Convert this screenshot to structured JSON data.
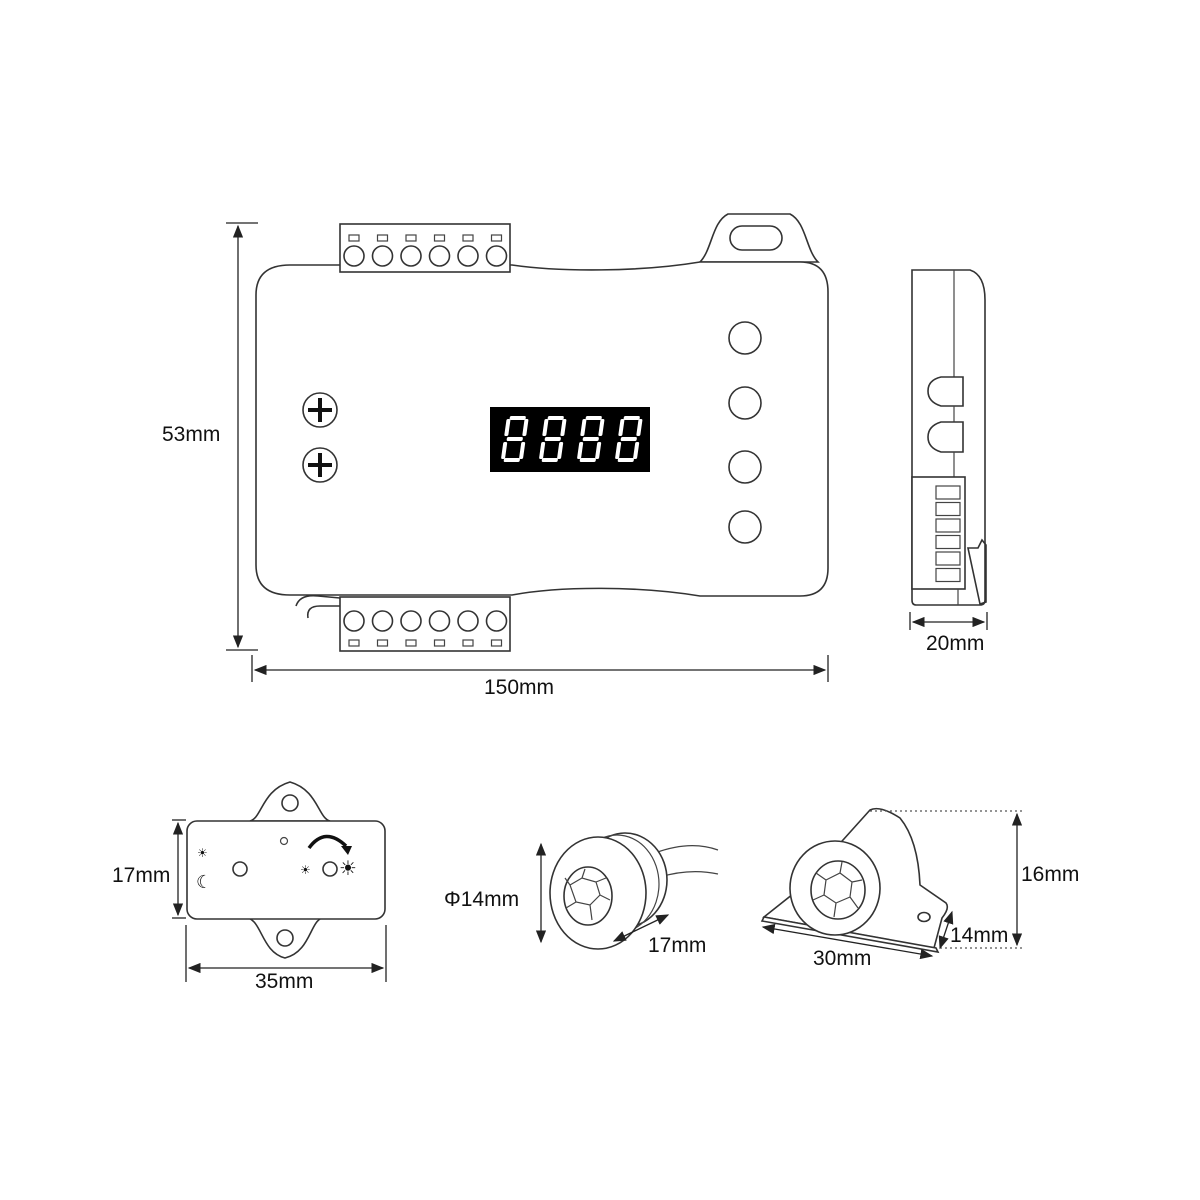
{
  "dimensions": {
    "controller_height": "53mm",
    "controller_length": "150mm",
    "controller_depth": "20mm",
    "module_height": "17mm",
    "module_length": "35mm",
    "sensor_round_diameter": "Φ14mm",
    "sensor_round_depth": "17mm",
    "sensor_mount_length": "30mm",
    "sensor_mount_width": "14mm",
    "sensor_mount_height": "16mm"
  },
  "display": {
    "digits": 4,
    "segments_lit": "all"
  },
  "colors": {
    "line": "#333333",
    "display_bg": "#000000",
    "segment": "#ffffff"
  }
}
